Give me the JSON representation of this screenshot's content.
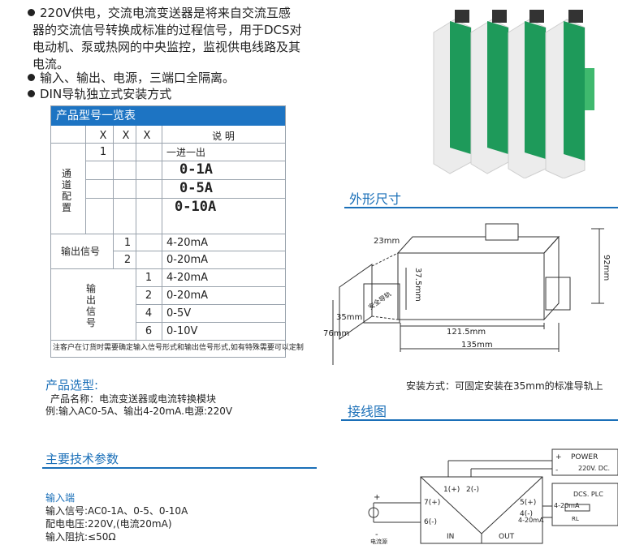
{
  "intro": {
    "line1": "220V供电，交流电流变送器是将来自交流互感",
    "line2": "器的交流信号转换成标准的过程信号，用于DCS对",
    "line3": "电动机、泵或热网的中央监控，监视供电线路及其",
    "line4": "电流。",
    "bullet2": "输入、输出、电源，三端口全隔离。",
    "bullet3": "DIN导轨独立式安装方式"
  },
  "model_table": {
    "title": "产品型号一览表",
    "col_x": "X",
    "col_desc": "说    明",
    "channel_label": "通道配置",
    "channel_code": "1",
    "channel_desc": "一进一出",
    "ranges": [
      "0-1A",
      "0-5A",
      "0-10A"
    ],
    "output_label": "输出信号",
    "outputs": [
      {
        "code": "1",
        "desc": "4-20mA"
      },
      {
        "code": "2",
        "desc": "0-20mA"
      }
    ],
    "input_label": "输出信号",
    "inputs": [
      {
        "code": "1",
        "desc": "4-20mA"
      },
      {
        "code": "2",
        "desc": "0-20mA"
      },
      {
        "code": "4",
        "desc": "0-5V"
      },
      {
        "code": "6",
        "desc": "0-10V"
      }
    ],
    "note": "注客户在订货时需要确定输入信号形式和输出信号形式,如有特殊需要可以定制"
  },
  "selection": {
    "title": "产品选型:",
    "line1": "产品名称：电流变送器或电流转换模块",
    "line2": "例:输入AC0-5A、输出4-20mA.电源:220V"
  },
  "specs": {
    "title": "主要技术参数",
    "input_heading": "输入端",
    "input_signal": "输入信号:AC0-1A、0-5、0-10A",
    "supply": "配电电压:220V,(电流20mA)",
    "impedance": "输入阻抗:≤50Ω"
  },
  "dimensions": {
    "title": "外形尺寸",
    "d23": "23mm",
    "d37": "37.5mm",
    "d35": "35mm",
    "d76": "76mm",
    "d92": "92mm",
    "d121": "121.5mm",
    "d135": "135mm",
    "rail_label": "安全导轨",
    "install_note": "安装方式：可固定安装在35mm的标准导轨上"
  },
  "wiring": {
    "title": "接线图",
    "power": "POWER",
    "supply": "220V. DC.",
    "plc": "DCS. PLC",
    "t1": "1(+)",
    "t2": "2(-)",
    "t7": "7(+)",
    "t6": "6(-)",
    "t5": "5(+)",
    "t4": "4(-)",
    "in": "IN",
    "out": "OUT",
    "out_signal": "4-20mA",
    "meter": "4-20mA",
    "rl": "RL",
    "source": "电流源",
    "plus": "+",
    "minus": "-"
  },
  "colors": {
    "accent": "#1a6fb8",
    "header": "#1d74c3",
    "module_green": "#1e9a5a"
  }
}
